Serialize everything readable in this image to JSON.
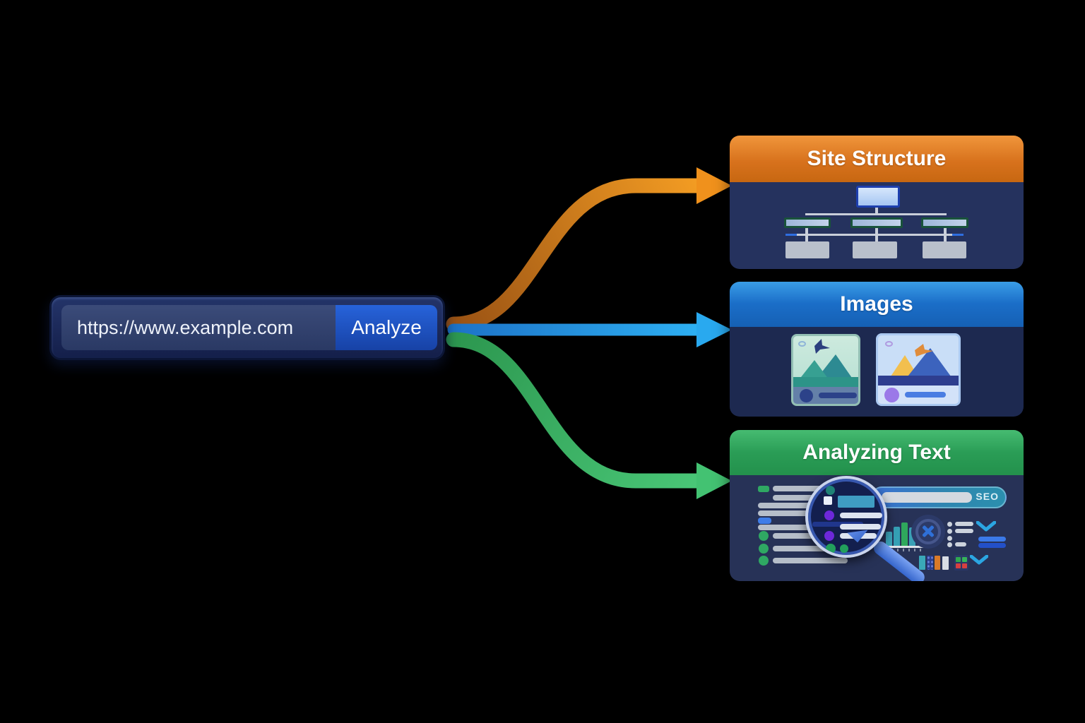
{
  "canvas": {
    "background": "#000000"
  },
  "url_bar": {
    "url": "https://www.example.com",
    "button_label": "Analyze",
    "colors": {
      "container": "#18255a",
      "field": "#32426f",
      "button": "#1e4fc2",
      "text": "#eef2fa"
    }
  },
  "arrows": [
    {
      "target": "Site Structure",
      "color": "#f0921f",
      "style": "s-curve-up"
    },
    {
      "target": "Images",
      "color": "#29a9ef",
      "style": "straight"
    },
    {
      "target": "Analyzing Text",
      "color": "#43c272",
      "style": "s-curve-down"
    }
  ],
  "cards": [
    {
      "title": "Site Structure",
      "header_color": "#d8721d",
      "body_color": "#25325e",
      "illustration": "sitemap-tree",
      "tree_levels": [
        1,
        3,
        3
      ]
    },
    {
      "title": "Images",
      "header_color": "#1b6ec8",
      "body_color": "#1d2950",
      "illustration": "photo-thumbnails",
      "thumbnail_count": 2
    },
    {
      "title": "Analyzing Text",
      "header_color": "#2a9d56",
      "body_color": "#273257",
      "illustration": "text-analysis-with-magnifier",
      "badge": "SEO"
    }
  ]
}
